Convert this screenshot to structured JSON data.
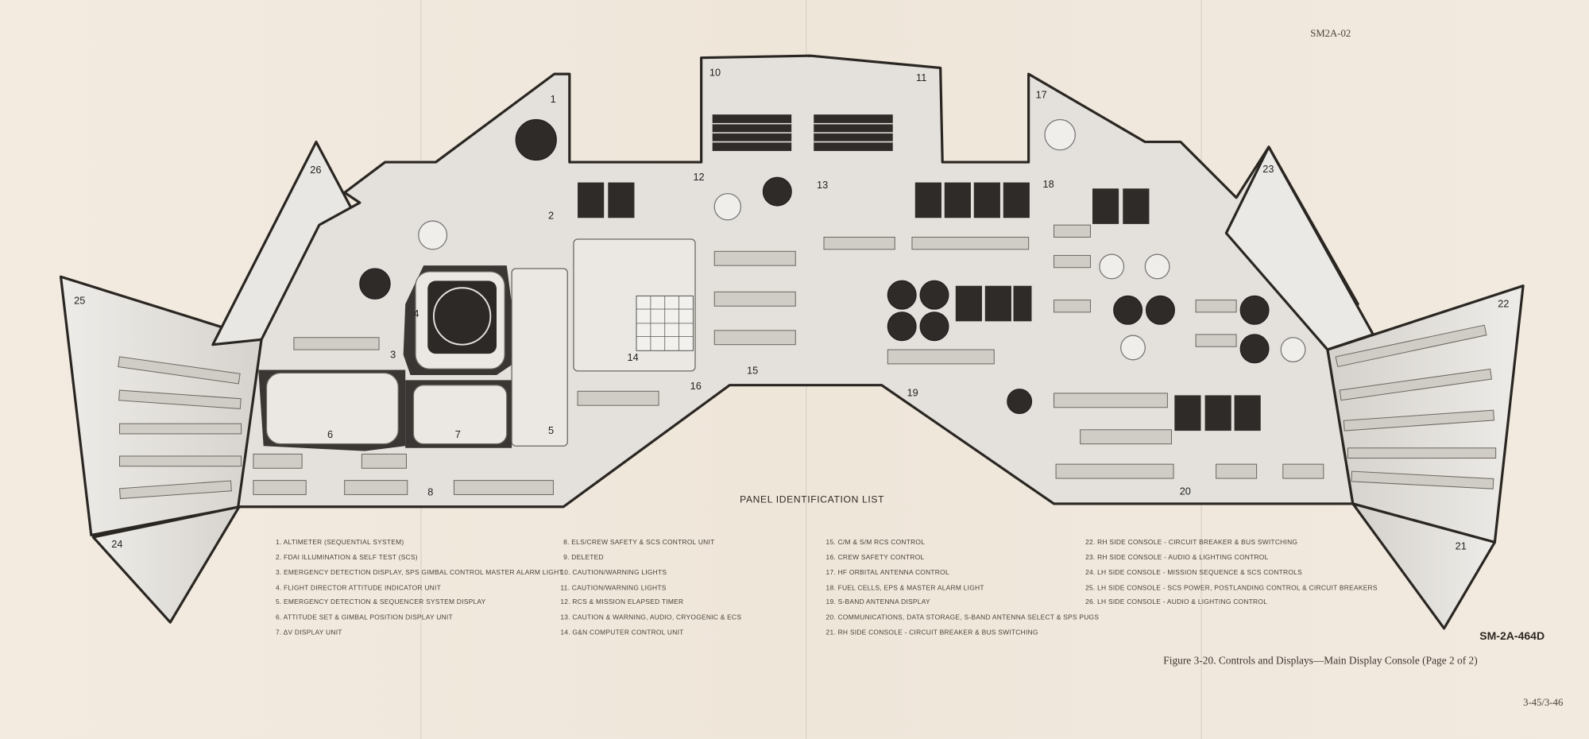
{
  "header": {
    "doc_id": "SM2A-02"
  },
  "diagram": {
    "panel_numbers": [
      "1",
      "2",
      "3",
      "4",
      "5",
      "6",
      "7",
      "8",
      "10",
      "11",
      "12",
      "13",
      "14",
      "15",
      "16",
      "17",
      "18",
      "19",
      "20",
      "21",
      "22",
      "23",
      "24",
      "25",
      "26"
    ]
  },
  "list": {
    "title": "PANEL IDENTIFICATION LIST",
    "items": [
      "1. ALTIMETER (SEQUENTIAL SYSTEM)",
      "2. FDAI ILLUMINATION & SELF TEST (SCS)",
      "3. EMERGENCY DETECTION DISPLAY, SPS GIMBAL CONTROL MASTER ALARM LIGHT",
      "4. FLIGHT DIRECTOR ATTITUDE INDICATOR UNIT",
      "5. EMERGENCY DETECTION & SEQUENCER SYSTEM DISPLAY",
      "6. ATTITUDE SET & GIMBAL POSITION DISPLAY UNIT",
      "7. ΔV DISPLAY UNIT",
      "8. ELS/CREW SAFETY & SCS CONTROL UNIT",
      "9. DELETED",
      "10. CAUTION/WARNING LIGHTS",
      "11. CAUTION/WARNING LIGHTS",
      "12. RCS & MISSION ELAPSED TIMER",
      "13. CAUTION & WARNING, AUDIO, CRYOGENIC & ECS",
      "14. G&N COMPUTER CONTROL UNIT",
      "15. C/M & S/M RCS CONTROL",
      "16. CREW SAFETY CONTROL",
      "17. HF ORBITAL ANTENNA CONTROL",
      "18. FUEL CELLS, EPS & MASTER ALARM LIGHT",
      "19. S-BAND ANTENNA DISPLAY",
      "20. COMMUNICATIONS, DATA STORAGE, S-BAND ANTENNA SELECT & SPS PUGS",
      "21. RH SIDE CONSOLE - CIRCUIT BREAKER & BUS SWITCHING",
      "22. RH SIDE CONSOLE - CIRCUIT BREAKER & BUS SWITCHING",
      "23. RH SIDE CONSOLE - AUDIO & LIGHTING CONTROL",
      "24. LH SIDE CONSOLE - MISSION SEQUENCE & SCS CONTROLS",
      "25. LH SIDE CONSOLE - SCS POWER, POSTLANDING CONTROL & CIRCUIT BREAKERS",
      "26. LH SIDE CONSOLE - AUDIO & LIGHTING CONTROL"
    ]
  },
  "footer": {
    "drawing_code": "SM-2A-464D",
    "caption": "Figure 3-20.  Controls and Displays—Main Display Console (Page 2 of 2)",
    "page_number": "3-45/3-46"
  },
  "colors": {
    "paper": "#f1e9de",
    "panel": "#e6e3dd",
    "outline": "#2a2622",
    "dark": "#3a3633"
  }
}
